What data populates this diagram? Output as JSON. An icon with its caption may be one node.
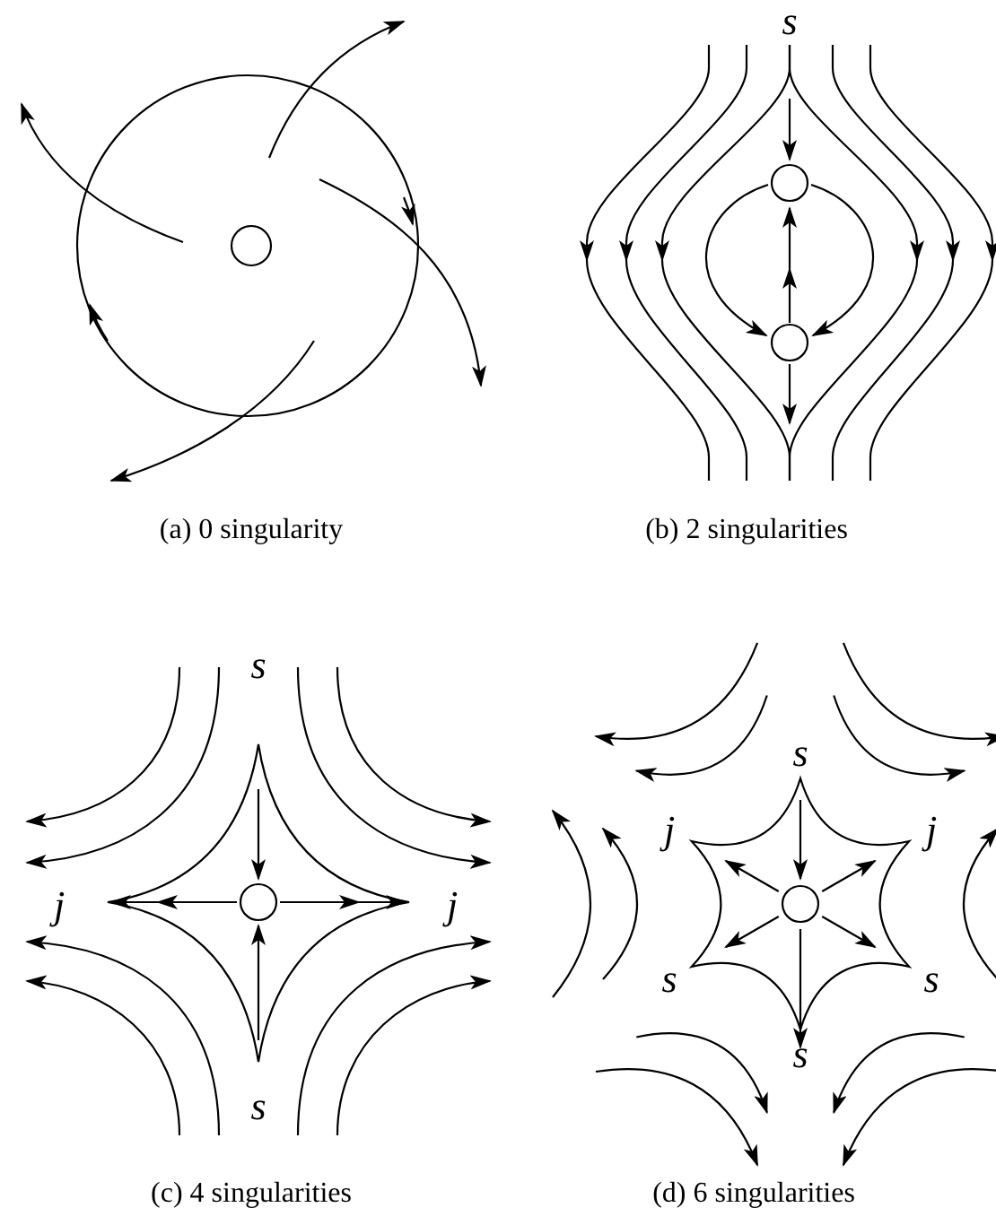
{
  "diagram": {
    "labels": [
      "s",
      "(a) 0 singularity",
      "(b) 2 singularities",
      "s",
      "s",
      "j",
      "j",
      "j",
      "j",
      "s",
      "s",
      "s",
      "s",
      "(c) 4 singularities",
      "(d) 6 singularities"
    ]
  }
}
